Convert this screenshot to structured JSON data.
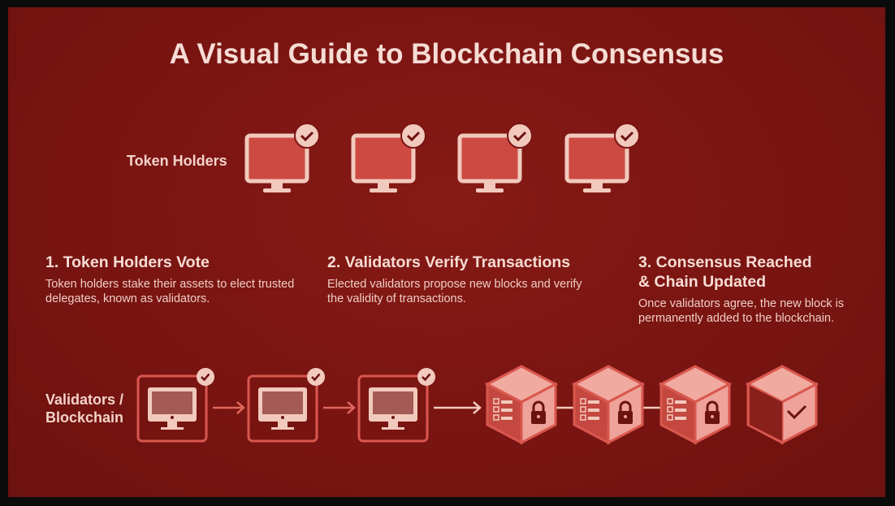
{
  "title": "A Visual Guide to Blockchain Consensus",
  "rows": {
    "top_label": "Token Holders",
    "bottom_label_line1": "Validators /",
    "bottom_label_line2": "Blockchain"
  },
  "steps": [
    {
      "title": "1. Token Holders Vote",
      "text": "Token holders stake their assets to elect trusted delegates, known as validators."
    },
    {
      "title": "2. Validators Verify Transactions",
      "text": "Elected validators propose new blocks and verify the validity of transactions."
    },
    {
      "title_line1": "3. Consensus Reached",
      "title_line2": "& Chain Updated",
      "text": "Once validators agree, the new block is permanently added to the blockchain."
    }
  ],
  "colors": {
    "background": "#7a1512",
    "text": "#f6dcd4",
    "icon_light": "#f2c9bd",
    "icon_fill": "#cc4a42"
  }
}
